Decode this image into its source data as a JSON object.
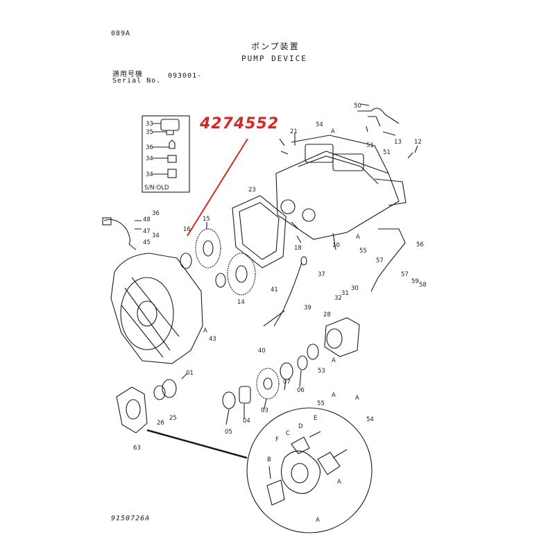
{
  "header": {
    "page_code": "089A",
    "title_jp": "ポンプ装置",
    "title_en": "PUMP DEVICE",
    "serial_label_jp": "適用号機",
    "serial_label_en": "Serial No.",
    "serial_value": "093001-"
  },
  "highlight": {
    "part_number": "4274552",
    "color": "#d22a22"
  },
  "inset_box": {
    "label": "S/N:OLD",
    "items": [
      "33",
      "35",
      "36",
      "34",
      "34"
    ]
  },
  "callouts": [
    "01",
    "03",
    "04",
    "05",
    "06",
    "07",
    "10",
    "12",
    "13",
    "14",
    "15",
    "16",
    "18",
    "21",
    "23",
    "25",
    "26",
    "28",
    "30",
    "31",
    "32",
    "34",
    "36",
    "37",
    "39",
    "40",
    "41",
    "43",
    "45",
    "47",
    "48",
    "50",
    "51",
    "51",
    "53",
    "54",
    "54",
    "55",
    "55",
    "56",
    "57",
    "57",
    "58",
    "59",
    "63"
  ],
  "detail_letters": [
    "A",
    "A",
    "B",
    "C",
    "D",
    "E",
    "F"
  ],
  "ref_marks": [
    "A",
    "A",
    "A",
    "A",
    "A",
    "A"
  ],
  "footer": {
    "doc_ref": "9150726A"
  }
}
